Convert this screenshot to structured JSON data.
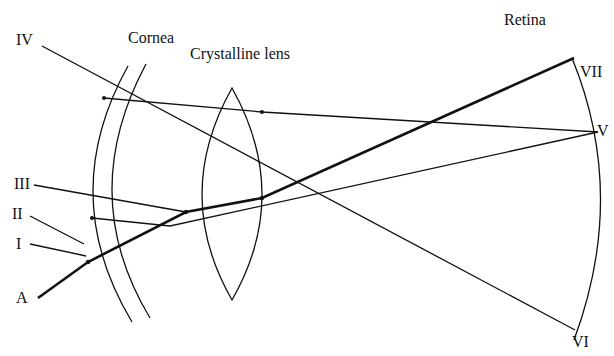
{
  "diagram": {
    "labels": [
      "Retina",
      "IV",
      "Cornea",
      "Crystalline lens",
      "VII",
      "V",
      "III",
      "II",
      "I",
      "A",
      "VI"
    ]
  }
}
